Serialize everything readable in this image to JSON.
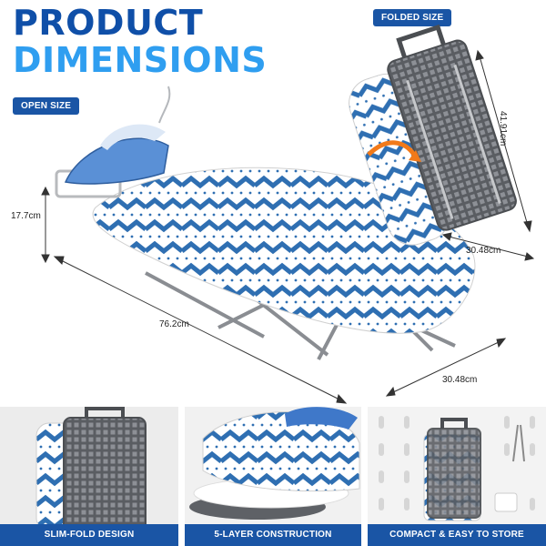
{
  "heading": {
    "line1": "PRODUCT",
    "line2": "DIMENSIONS"
  },
  "badges": {
    "folded": "FOLDED SIZE",
    "open": "OPEN SIZE"
  },
  "dimensions": {
    "folded_height": "41.91cm",
    "folded_width": "30.48cm",
    "open_height": "17.7cm",
    "open_length": "76.2cm",
    "open_width": "30.48cm"
  },
  "panels": [
    {
      "label": "SLIM-FOLD DESIGN"
    },
    {
      "label": "5-LAYER CONSTRUCTION"
    },
    {
      "label": "COMPACT & EASY TO STORE"
    }
  ],
  "colors": {
    "brand_dark": "#0f4fa8",
    "brand_light": "#2f9ef0",
    "pattern_blue": "#2f6fb2",
    "frame_grey": "#6b6e73"
  }
}
